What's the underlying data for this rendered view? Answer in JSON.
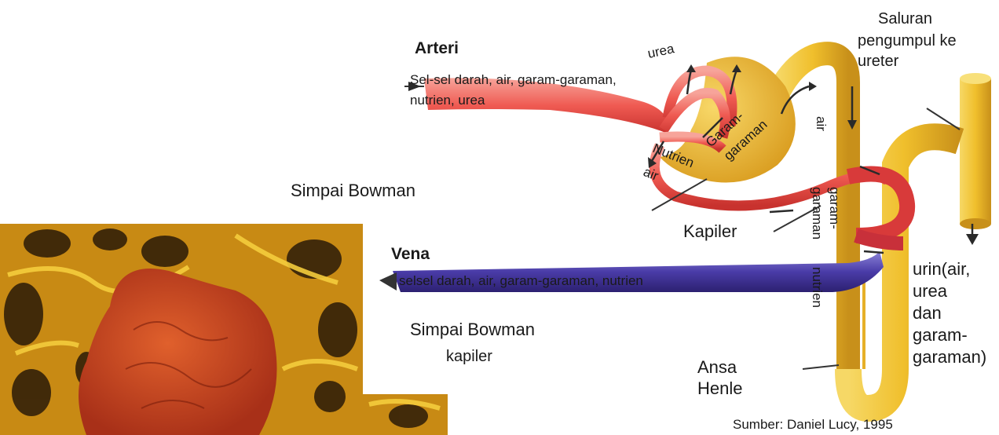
{
  "labels": {
    "arteri": "Arteri",
    "arteri_contents_1": "Sel-sel darah, air, garam-garaman,",
    "arteri_contents_2": "nutrien, urea",
    "urea": "urea",
    "garam_1": "Garam-",
    "garam_2": "garaman",
    "nutrien": "Nutrien",
    "air_glom": "air",
    "saluran_1": "Saluran",
    "saluran_2": "pengumpul ke",
    "saluran_3": "ureter",
    "air_tubule": "air",
    "simpai_bowman_top": "Simpai  Bowman",
    "kapiler_upper": "Kapiler",
    "garam_tubule_1": "garam-",
    "garam_tubule_2": "garaman",
    "nutrien_tubule": "nutrien",
    "vena": "Vena",
    "vena_contents": "selsel darah, air, garam-garaman, nutrien",
    "urin_1": "urin(air,",
    "urin_2": "urea",
    "urin_3": "dan",
    "urin_4": "garam-",
    "urin_5": "garaman)",
    "simpai_bowman_bottom": "Simpai  Bowman",
    "kapiler_lower": "kapiler",
    "ansa_1": "Ansa",
    "ansa_2": "Henle",
    "source": "Sumber: Daniel Lucy, 1995"
  },
  "colors": {
    "artery": "#e8504a",
    "vein": "#4a3ca8",
    "tubule": "#f0c030",
    "micrograph_gold": "#d9a516",
    "micrograph_red": "#c0401c"
  }
}
